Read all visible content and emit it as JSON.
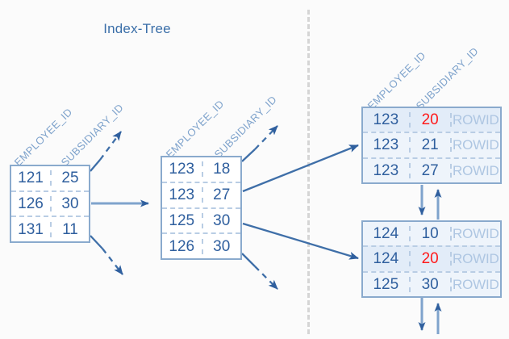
{
  "diagram": {
    "title": "Index-Tree",
    "background_color": "#fbfbfb",
    "accent_color": "#2f5f9e",
    "border_color": "#8aaacd",
    "caption_color": "#7fa3cc",
    "rowid_color": "#aec6e2",
    "highlight_color": "#ff1a1a",
    "divider_color": "#d5d5d5"
  },
  "captions": {
    "employee_id": "EMPLOYEE_ID",
    "subsidiary_id": "SUBSIDIARY_ID"
  },
  "nodes": {
    "root": {
      "name": "root-node",
      "columns": [
        "EMPLOYEE_ID",
        "SUBSIDIARY_ID"
      ],
      "rows": [
        {
          "employee_id": "121",
          "subsidiary_id": "25"
        },
        {
          "employee_id": "126",
          "subsidiary_id": "30"
        },
        {
          "employee_id": "131",
          "subsidiary_id": "11"
        }
      ]
    },
    "branch": {
      "name": "branch-node",
      "columns": [
        "EMPLOYEE_ID",
        "SUBSIDIARY_ID"
      ],
      "rows": [
        {
          "employee_id": "123",
          "subsidiary_id": "18"
        },
        {
          "employee_id": "123",
          "subsidiary_id": "27"
        },
        {
          "employee_id": "125",
          "subsidiary_id": "30"
        },
        {
          "employee_id": "126",
          "subsidiary_id": "30"
        }
      ]
    },
    "leaf_top": {
      "name": "leaf-node-top",
      "columns": [
        "EMPLOYEE_ID",
        "SUBSIDIARY_ID",
        "ROWID"
      ],
      "rows": [
        {
          "employee_id": "123",
          "subsidiary_id": "20",
          "rowid": "ROWID",
          "subsidiary_highlighted": true,
          "row_highlighted": true
        },
        {
          "employee_id": "123",
          "subsidiary_id": "21",
          "rowid": "ROWID",
          "subsidiary_highlighted": false,
          "row_highlighted": false
        },
        {
          "employee_id": "123",
          "subsidiary_id": "27",
          "rowid": "ROWID",
          "subsidiary_highlighted": false,
          "row_highlighted": false
        }
      ]
    },
    "leaf_bottom": {
      "name": "leaf-node-bottom",
      "columns": [
        "EMPLOYEE_ID",
        "SUBSIDIARY_ID",
        "ROWID"
      ],
      "rows": [
        {
          "employee_id": "124",
          "subsidiary_id": "10",
          "rowid": "ROWID",
          "subsidiary_highlighted": false,
          "row_highlighted": false
        },
        {
          "employee_id": "124",
          "subsidiary_id": "20",
          "rowid": "ROWID",
          "subsidiary_highlighted": true,
          "row_highlighted": true
        },
        {
          "employee_id": "125",
          "subsidiary_id": "30",
          "rowid": "ROWID",
          "subsidiary_highlighted": false,
          "row_highlighted": false
        }
      ]
    }
  }
}
